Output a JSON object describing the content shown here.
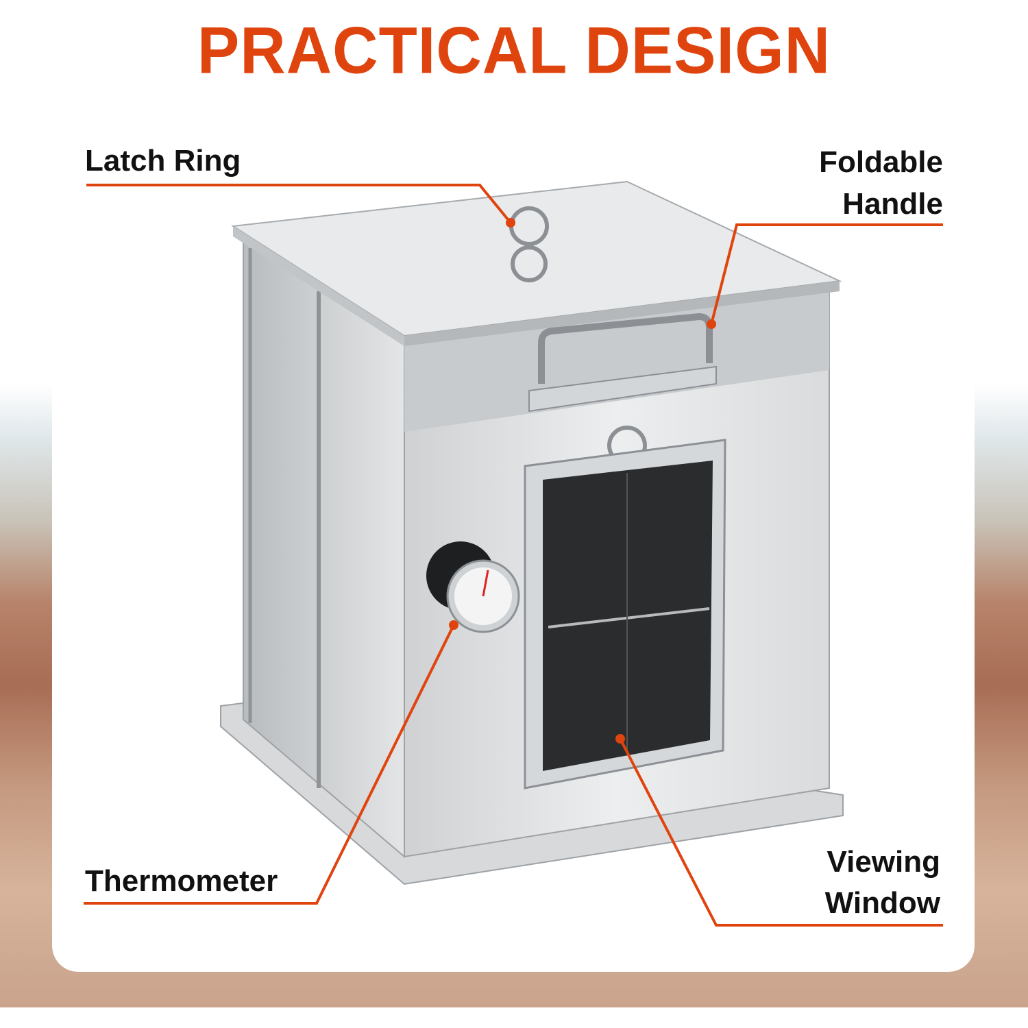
{
  "title": "PRACTICAL DESIGN",
  "callouts": {
    "latch_ring": "Latch Ring",
    "foldable_handle_line1": "Foldable",
    "foldable_handle_line2": "Handle",
    "thermometer": "Thermometer",
    "viewing_window_line1": "Viewing",
    "viewing_window_line2": "Window"
  },
  "colors": {
    "accent": "#e0440e",
    "text": "#111111"
  }
}
